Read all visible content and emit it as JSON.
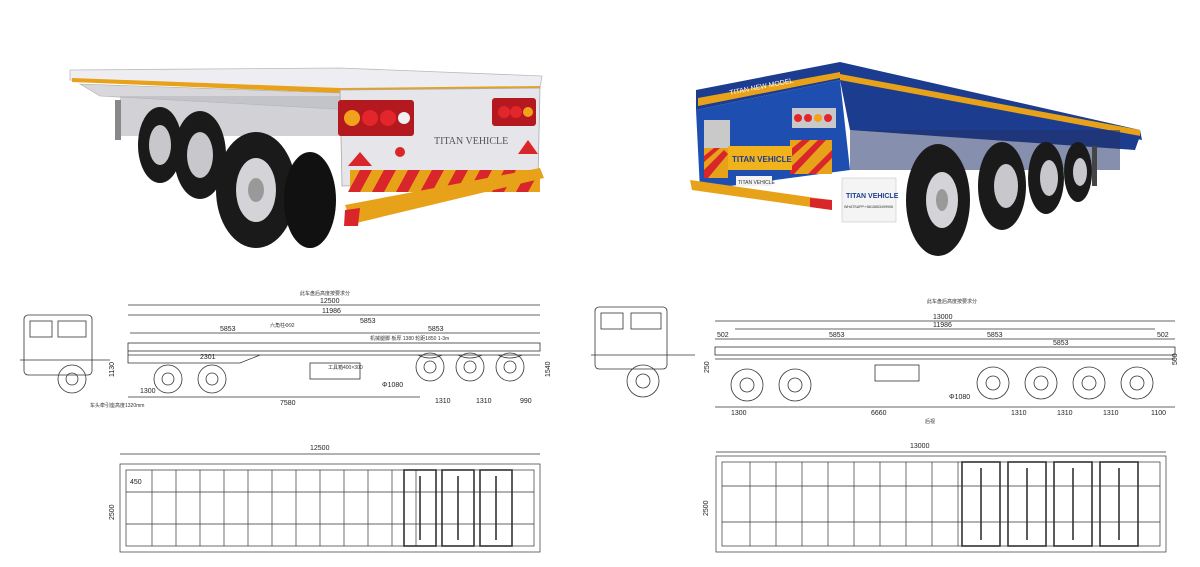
{
  "colors": {
    "white_trailer_body": "#e9e9ee",
    "blue_trailer_body": "#1c3d8f",
    "stripe_yellow": "#e8a21a",
    "reflective_red": "#d8262b",
    "tire": "#1a1a1a",
    "drawing_line": "#333333"
  },
  "photos": {
    "white_trailer": {
      "brand_plate": "TITAN VEHICLE"
    },
    "blue_trailer": {
      "top_text": "TITAN NEW MODEL",
      "brand_plate": "TITAN VEHICLE",
      "tail_plate_top": "TITAN VEHICLE",
      "tail_plate_sub": "WHATSAPP:+8615853499906",
      "rear_small_label": "TITAN VEHICLE"
    }
  },
  "drawing_left": {
    "caption": "此车盘后高度按要求分",
    "dims_top": [
      "12500",
      "11986",
      "5853",
      "5853",
      "5853"
    ],
    "label_kingpin": "六角柱Φ92",
    "label_legs": "机械腿脚 板厚 1380 轮距1850 1-3m",
    "dims_side": [
      "2301",
      "1130",
      "1300",
      "1540"
    ],
    "label_tank": "工具箱400×300",
    "dims_bottom": [
      "7580",
      "1310",
      "1310",
      "990"
    ],
    "wheel_dia": "Φ1080",
    "note_bottom": "车头牵引座高度1320mm",
    "plan_length": "12500",
    "plan_width": "2500",
    "plan_edge": "450"
  },
  "drawing_right": {
    "caption": "此车盘后高度按要求分",
    "dims_top": [
      "13000",
      "11986",
      "5853",
      "5853",
      "5853"
    ],
    "dims_edge": [
      "502",
      "502"
    ],
    "dims_side": [
      "250",
      "500"
    ],
    "wheel_dia": "Φ1080",
    "dims_bottom": [
      "1300",
      "6660",
      "1310",
      "1310",
      "1310",
      "1100"
    ],
    "note_bottom": "后视",
    "plan_length": "13000",
    "plan_width": "2500"
  }
}
